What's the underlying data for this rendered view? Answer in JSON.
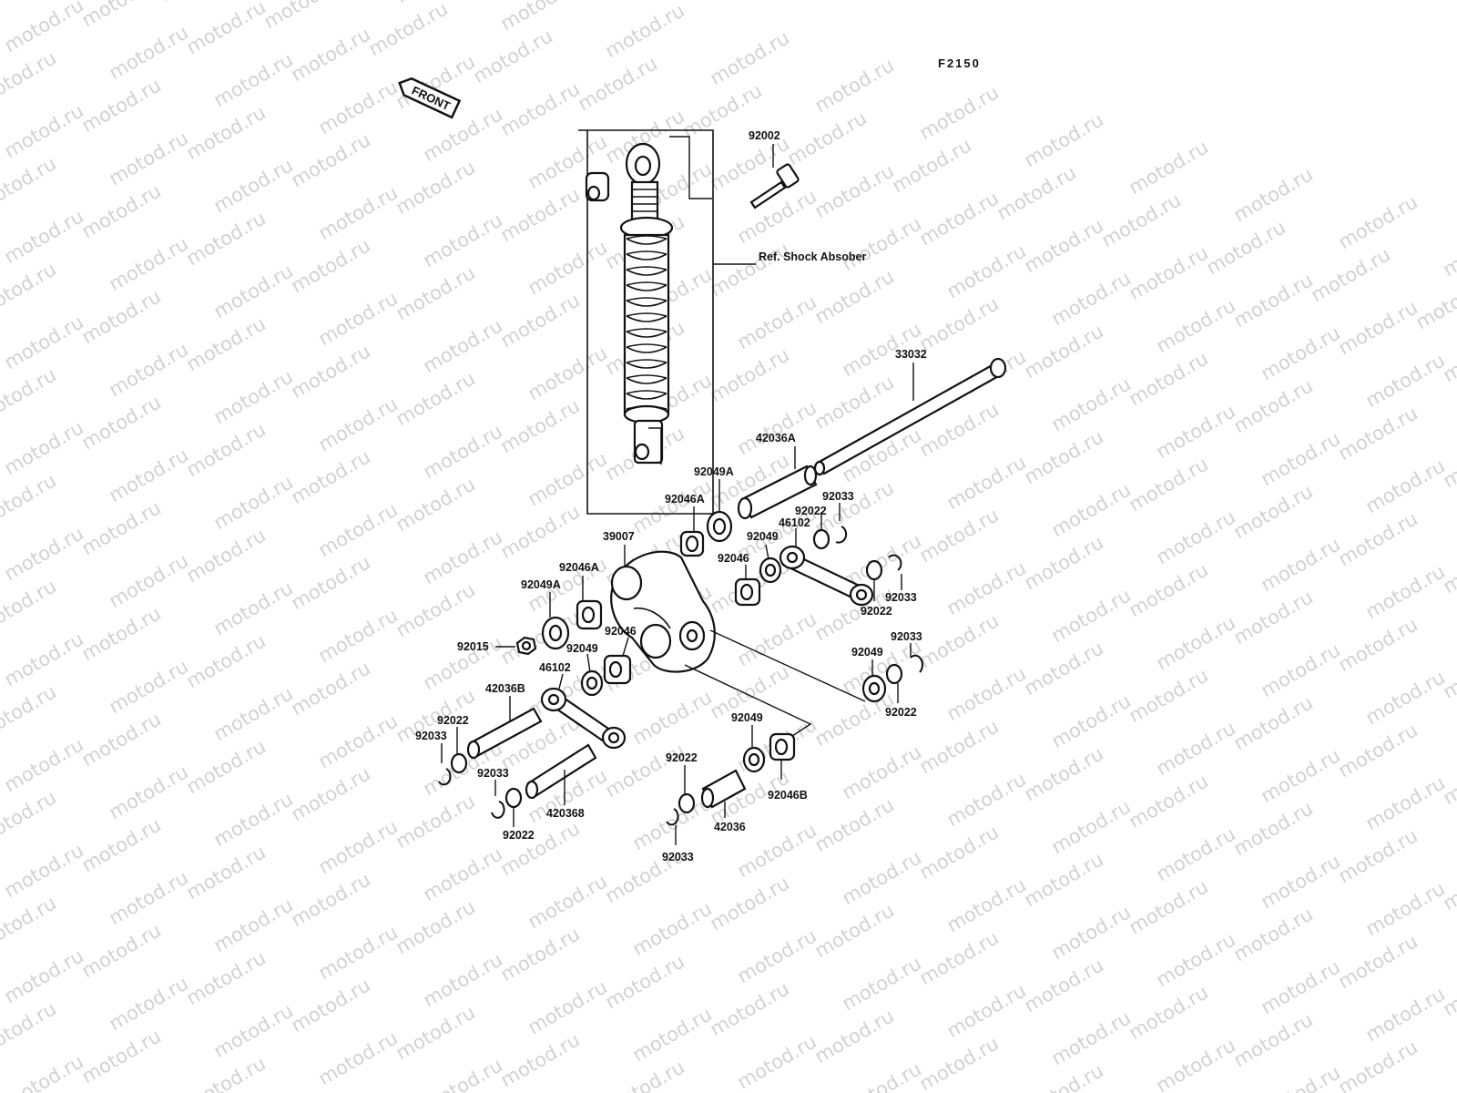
{
  "figure_code": "F2150",
  "front_arrow_label": "FRONT",
  "watermark_text": "motod.ru",
  "colors": {
    "ink": "#111111",
    "watermark": "#d2d2d2",
    "background": "#ffffff"
  },
  "callouts": {
    "c92002": "92002",
    "c_ref_shock": "Ref. Shock Absober",
    "c33032": "33032",
    "c42036A": "42036A",
    "c92049A_top": "92049A",
    "c92046A_top": "92046A",
    "c92033_r1": "92033",
    "c92022_r1": "92022",
    "c46102_r": "46102",
    "c92049_r1": "92049",
    "c92046_r": "92046",
    "c92033_r2": "92033",
    "c92022_r2": "92022",
    "c39007": "39007",
    "c92046A_left": "92046A",
    "c92049A_left": "92049A",
    "c92015": "92015",
    "c92046_mid": "92046",
    "c92049_mid": "92049",
    "c46102_l": "46102",
    "c42036B_up": "42036B",
    "c92022_l1": "92022",
    "c92033_l1": "92033",
    "c92033_l2": "92033",
    "c42036B_low": "420368",
    "c92022_l2": "92022",
    "c92049_right": "92049",
    "c92033_r3": "92033",
    "c92022_r3": "92022",
    "c92049_low": "92049",
    "c92022_low": "92022",
    "c42036": "42036",
    "c92046B": "92046B",
    "c92033_low": "92033"
  }
}
